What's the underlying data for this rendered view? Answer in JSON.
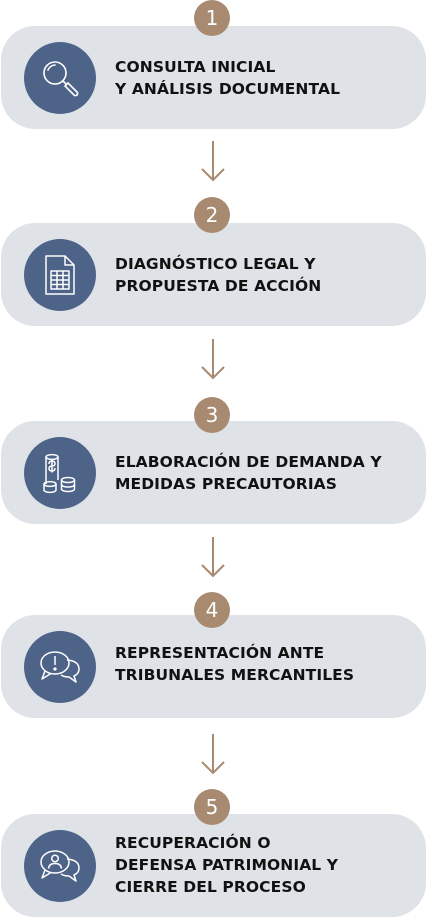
{
  "steps": [
    {
      "number": "1",
      "icon": "magnifier-icon",
      "lines": [
        "CONSULTA INICIAL",
        "Y ANÁLISIS DOCUMENTAL"
      ]
    },
    {
      "number": "2",
      "icon": "document-table-icon",
      "lines": [
        "DIAGNÓSTICO LEGAL Y",
        "PROPUESTA DE ACCIÓN"
      ]
    },
    {
      "number": "3",
      "icon": "coins-dollar-icon",
      "lines": [
        "ELABORACIÓN DE DEMANDA Y",
        "MEDIDAS PRECAUTORIAS"
      ]
    },
    {
      "number": "4",
      "icon": "speech-bubbles-alert-icon",
      "lines": [
        "REPRESENTACIÓN ANTE",
        "TRIBUNALES MERCANTILES"
      ]
    },
    {
      "number": "5",
      "icon": "speech-bubbles-person-icon",
      "lines": [
        "RECUPERACIÓN O",
        "DEFENSA PATRIMONIAL Y",
        "CIERRE DEL PROCESO"
      ]
    }
  ],
  "colors": {
    "card_background": "#dfe3e8",
    "icon_circle": "#4d6388",
    "badge": "#a88a71",
    "arrow": "#a88a71",
    "text": "#111111"
  }
}
